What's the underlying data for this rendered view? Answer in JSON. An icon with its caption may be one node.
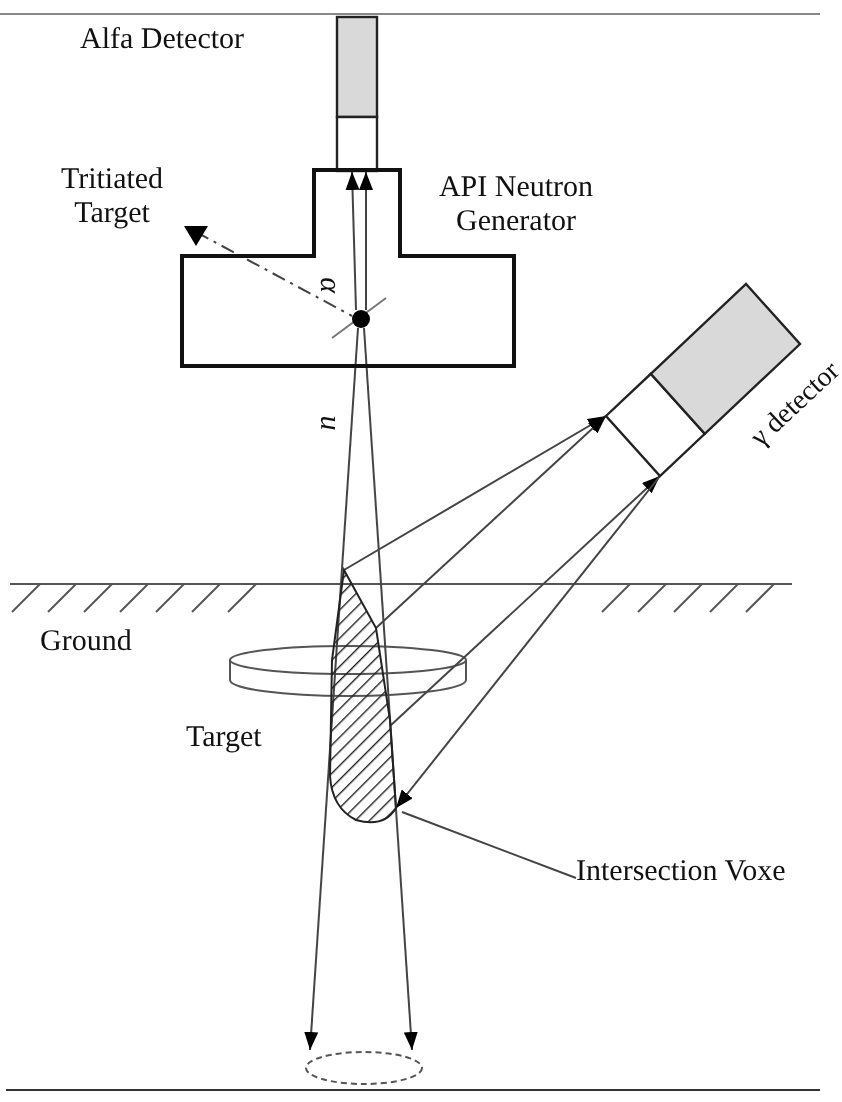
{
  "diagram": {
    "nodes": [
      {
        "text": [
          "Alfa Detector"
        ]
      },
      {
        "text": [
          "API Neutron Generator"
        ]
      },
      {
        "text": [
          "Tritiated Target"
        ]
      },
      {
        "text": [],
        "shape": "circle",
        "in": 1
      },
      {
        "text": [
          "γ detector"
        ]
      },
      {
        "text": [],
        "shape": "cone"
      },
      {
        "text": [
          "Intersection Voxe"
        ]
      },
      {
        "text": [],
        "shape": "ellipse"
      }
    ],
    "edges": [
      {
        "from": 3,
        "to": 0,
        "arrow": "to"
      },
      {
        "from": 3,
        "to": 0,
        "arrow": "to"
      },
      {
        "from": 2,
        "to": 3,
        "arrow": "other",
        "style": "dashed"
      },
      {
        "from": 3,
        "to": 7,
        "arrow": "to"
      },
      {
        "from": 3,
        "to": 7,
        "arrow": "to"
      },
      {
        "from": 5,
        "to": 4,
        "arrow": "to"
      },
      {
        "from": 5,
        "to": 4,
        "arrow": "to"
      },
      {
        "from": 5,
        "to": 4,
        "arrow": "to"
      },
      {
        "from": 4,
        "to": 5,
        "arrow": "to"
      },
      {
        "from": 6,
        "to": 5,
        "arrow": "none"
      }
    ],
    "labels": [
      "α",
      "n",
      "Ground",
      "Target"
    ]
  }
}
